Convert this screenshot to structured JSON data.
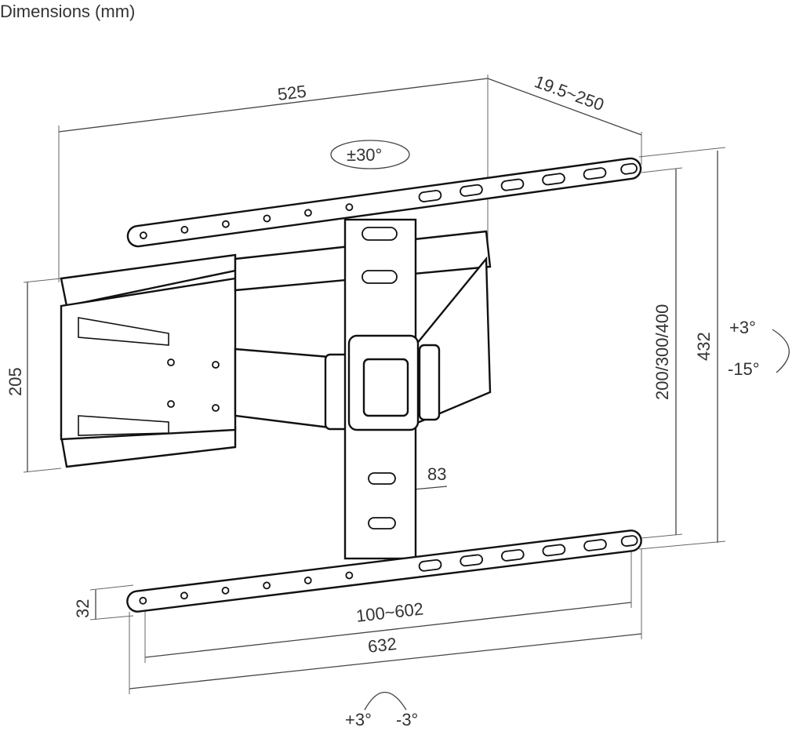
{
  "title": "Dimensions (mm)",
  "dimensions": {
    "overall_width": "525",
    "depth_range": "19.5~250",
    "swivel": "±30°",
    "arm_height": "205",
    "vesa_vertical": "200/300/400",
    "overall_height": "432",
    "tilt_up": "+3°",
    "tilt_down": "-15°",
    "plate_width": "83",
    "rail_height": "32",
    "vesa_horizontal": "100~602",
    "rail_length": "632",
    "level_plus": "+3°",
    "level_minus": "-3°"
  }
}
